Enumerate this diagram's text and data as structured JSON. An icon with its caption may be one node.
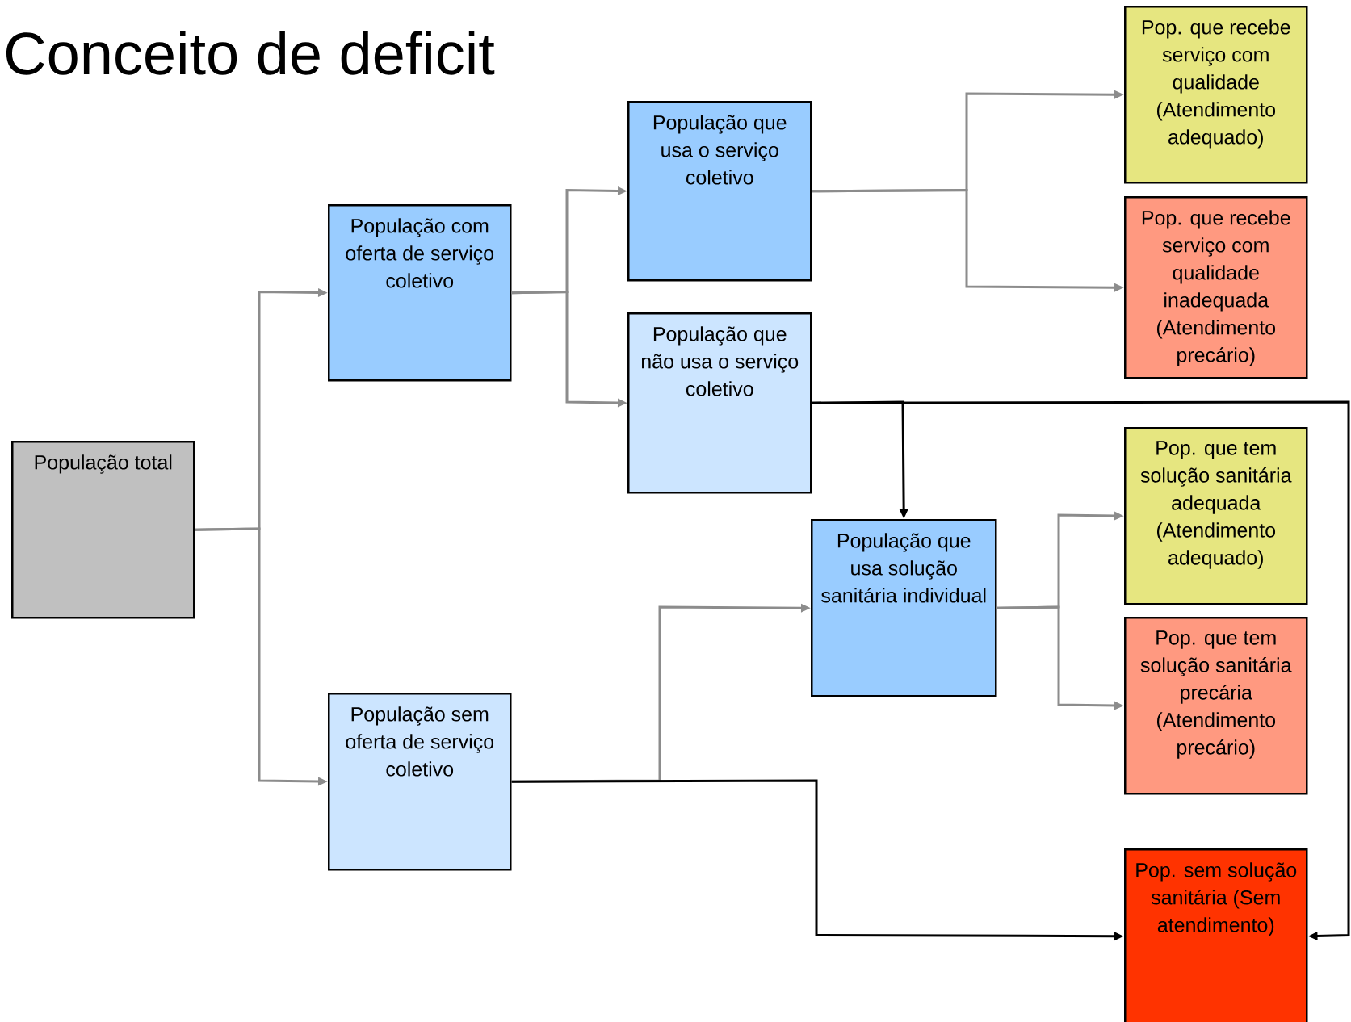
{
  "diagram": {
    "title": "Conceito de deficit",
    "nodes": [
      {
        "text": [
          "População total"
        ]
      },
      {
        "text": [
          "População com oferta de serviço coletivo"
        ]
      },
      {
        "text": [
          "População sem oferta de serviço coletivo"
        ]
      },
      {
        "text": [
          "População que usa o serviço coletivo"
        ]
      },
      {
        "text": [
          "População que não usa o serviço coletivo"
        ]
      },
      {
        "text": [
          "População que usa solução sanitária individual"
        ]
      },
      {
        "text": [
          "Pop. que recebe serviço com qualidade (Atendimento adequado)"
        ]
      },
      {
        "text": [
          "Pop. que recebe serviço com qualidade inadequada (Atendimento precário)"
        ]
      },
      {
        "text": [
          "Pop. que tem solução sanitária adequada (Atendimento adequado)"
        ]
      },
      {
        "text": [
          "Pop. que tem solução sanitária precária (Atendimento precário)"
        ]
      },
      {
        "text": [
          "Pop. sem solução sanitária (Sem atendimento)"
        ]
      }
    ],
    "edges": [
      {
        "from": 0,
        "to": 1,
        "arrow": "to"
      },
      {
        "from": 0,
        "to": 2,
        "arrow": "to"
      },
      {
        "from": 1,
        "to": 3,
        "arrow": "to"
      },
      {
        "from": 1,
        "to": 4,
        "arrow": "to"
      },
      {
        "from": 3,
        "to": 6,
        "arrow": "to"
      },
      {
        "from": 3,
        "to": 7,
        "arrow": "to"
      },
      {
        "from": 4,
        "to": 5,
        "arrow": "to",
        "color": "#000000"
      },
      {
        "from": 4,
        "to": 10,
        "arrow": "to",
        "color": "#000000"
      },
      {
        "from": 2,
        "to": 5,
        "arrow": "to"
      },
      {
        "from": 2,
        "to": 10,
        "arrow": "to",
        "color": "#000000"
      },
      {
        "from": 5,
        "to": 8,
        "arrow": "to"
      },
      {
        "from": 5,
        "to": 9,
        "arrow": "to"
      }
    ]
  }
}
